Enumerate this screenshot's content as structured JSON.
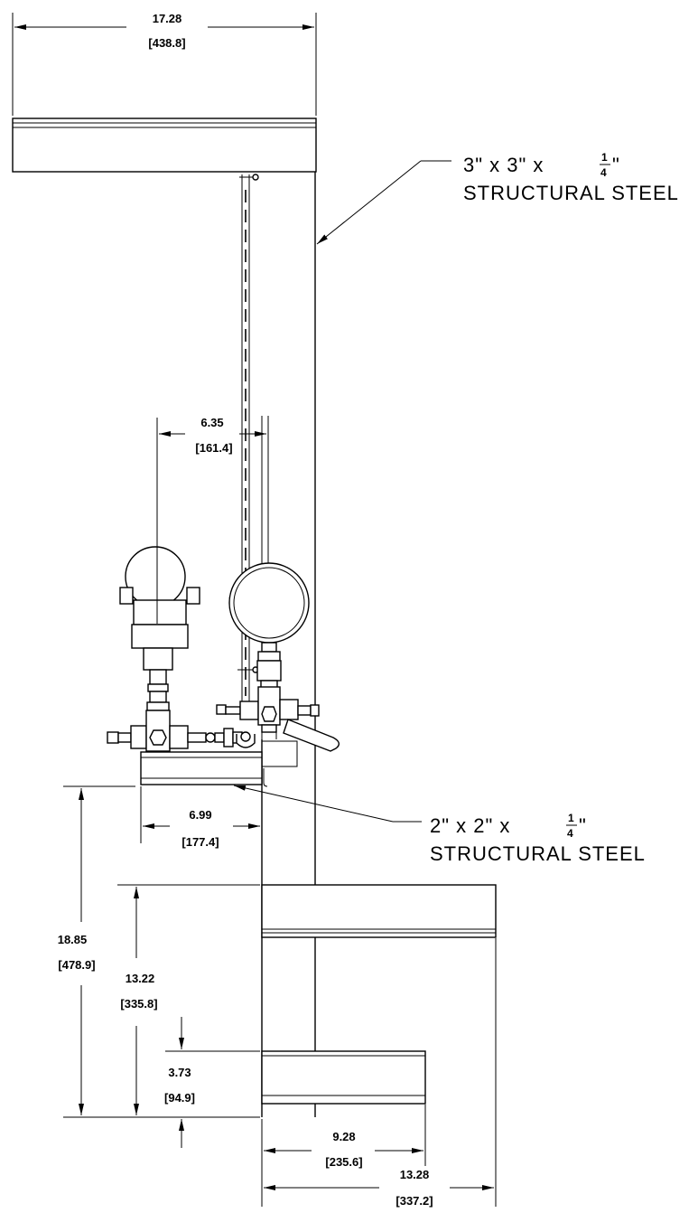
{
  "dimensions": [
    {
      "id": "top_width",
      "value": "17.28",
      "metric": "[438.8]"
    },
    {
      "id": "gauge_offset",
      "value": "6.35",
      "metric": "[161.4]"
    },
    {
      "id": "bracket_width",
      "value": "6.99",
      "metric": "[177.4]"
    },
    {
      "id": "total_height",
      "value": "18.85",
      "metric": "[478.9]"
    },
    {
      "id": "upper_height",
      "value": "13.22",
      "metric": "[335.8]"
    },
    {
      "id": "lower_height",
      "value": "3.73",
      "metric": "[94.9]"
    },
    {
      "id": "lower_arm",
      "value": "9.28",
      "metric": "[235.6]"
    },
    {
      "id": "upper_arm",
      "value": "13.28",
      "metric": "[337.2]"
    }
  ],
  "callouts": [
    {
      "id": "large_steel",
      "size_line": "3\"  x  3\"  x",
      "frac_num": "1",
      "frac_den": "4",
      "frac_quote": "\"",
      "material": "STRUCTURAL  STEEL"
    },
    {
      "id": "small_steel",
      "size_line": "2\"  x  2\"  x",
      "frac_num": "1",
      "frac_den": "4",
      "frac_quote": "\"",
      "material": "STRUCTURAL  STEEL"
    }
  ]
}
